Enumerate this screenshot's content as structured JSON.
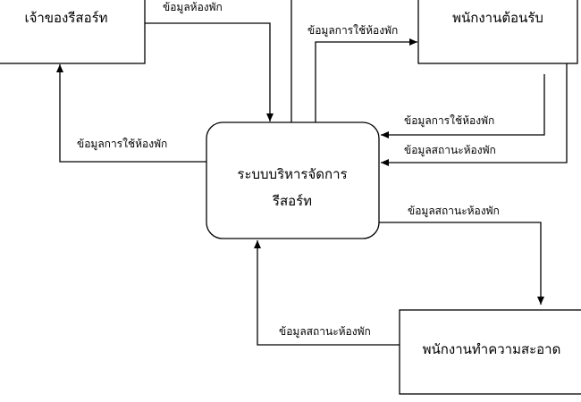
{
  "diagram": {
    "nodes": {
      "owner": "เจ้าของรีสอร์ท",
      "reception": "พนักงานต้อนรับ",
      "system_line1": "ระบบบริหารจัดการ",
      "system_line2": "รีสอร์ท",
      "housekeeping": "พนักงานทำความสะอาด"
    },
    "flows": {
      "owner_to_system": "ข้อมูลห้องพัก",
      "system_to_owner": "ข้อมูลการใช้ห้องพัก",
      "system_to_reception": "ข้อมูลการใช้ห้องพัก",
      "reception_to_system_usage": "ข้อมูลการใช้ห้องพัก",
      "reception_to_system_status": "ข้อมูลสถานะห้องพัก",
      "system_to_housekeeping": "ข้อมูลสถานะห้องพัก",
      "housekeeping_to_system": "ข้อมูลสถานะห้องพัก"
    }
  }
}
